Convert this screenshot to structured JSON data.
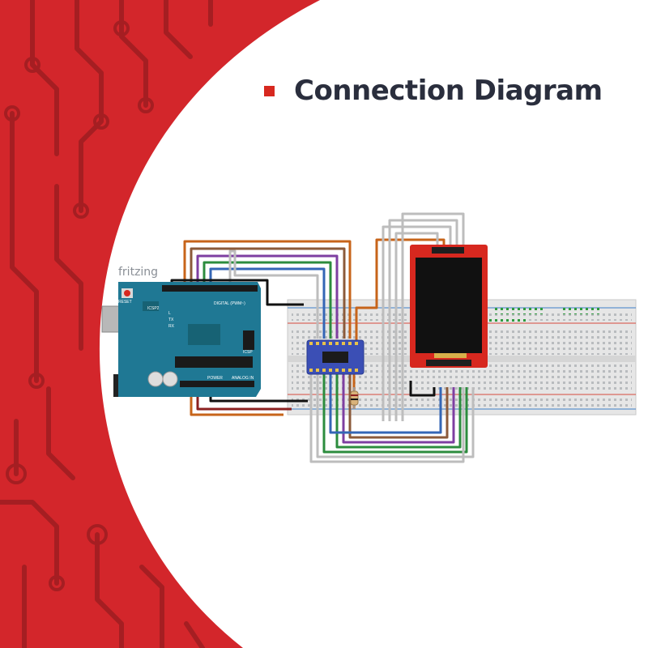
{
  "title": "Connection Diagram",
  "watermark": "fritzing",
  "colors": {
    "background_red": "#d3262b",
    "circuit_trace": "#a51e22",
    "title_bullet": "#d7281f",
    "title_text": "#2a2e3d",
    "board": "#1f7894"
  },
  "labels": {
    "arduino_reset": "RESET",
    "arduino_icsp2": "ICSP2",
    "arduino_digital": "DIGITAL (PWM~)",
    "arduino_power": "POWER",
    "arduino_analog": "ANALOG IN",
    "arduino_icsp": "ICSP",
    "arduino_tx": "TX",
    "arduino_rx": "RX",
    "arduino_l": "L"
  },
  "icons": [
    "arduino-uno-board",
    "breadboard",
    "logic-level-converter",
    "tft-lcd-display",
    "resistor"
  ]
}
